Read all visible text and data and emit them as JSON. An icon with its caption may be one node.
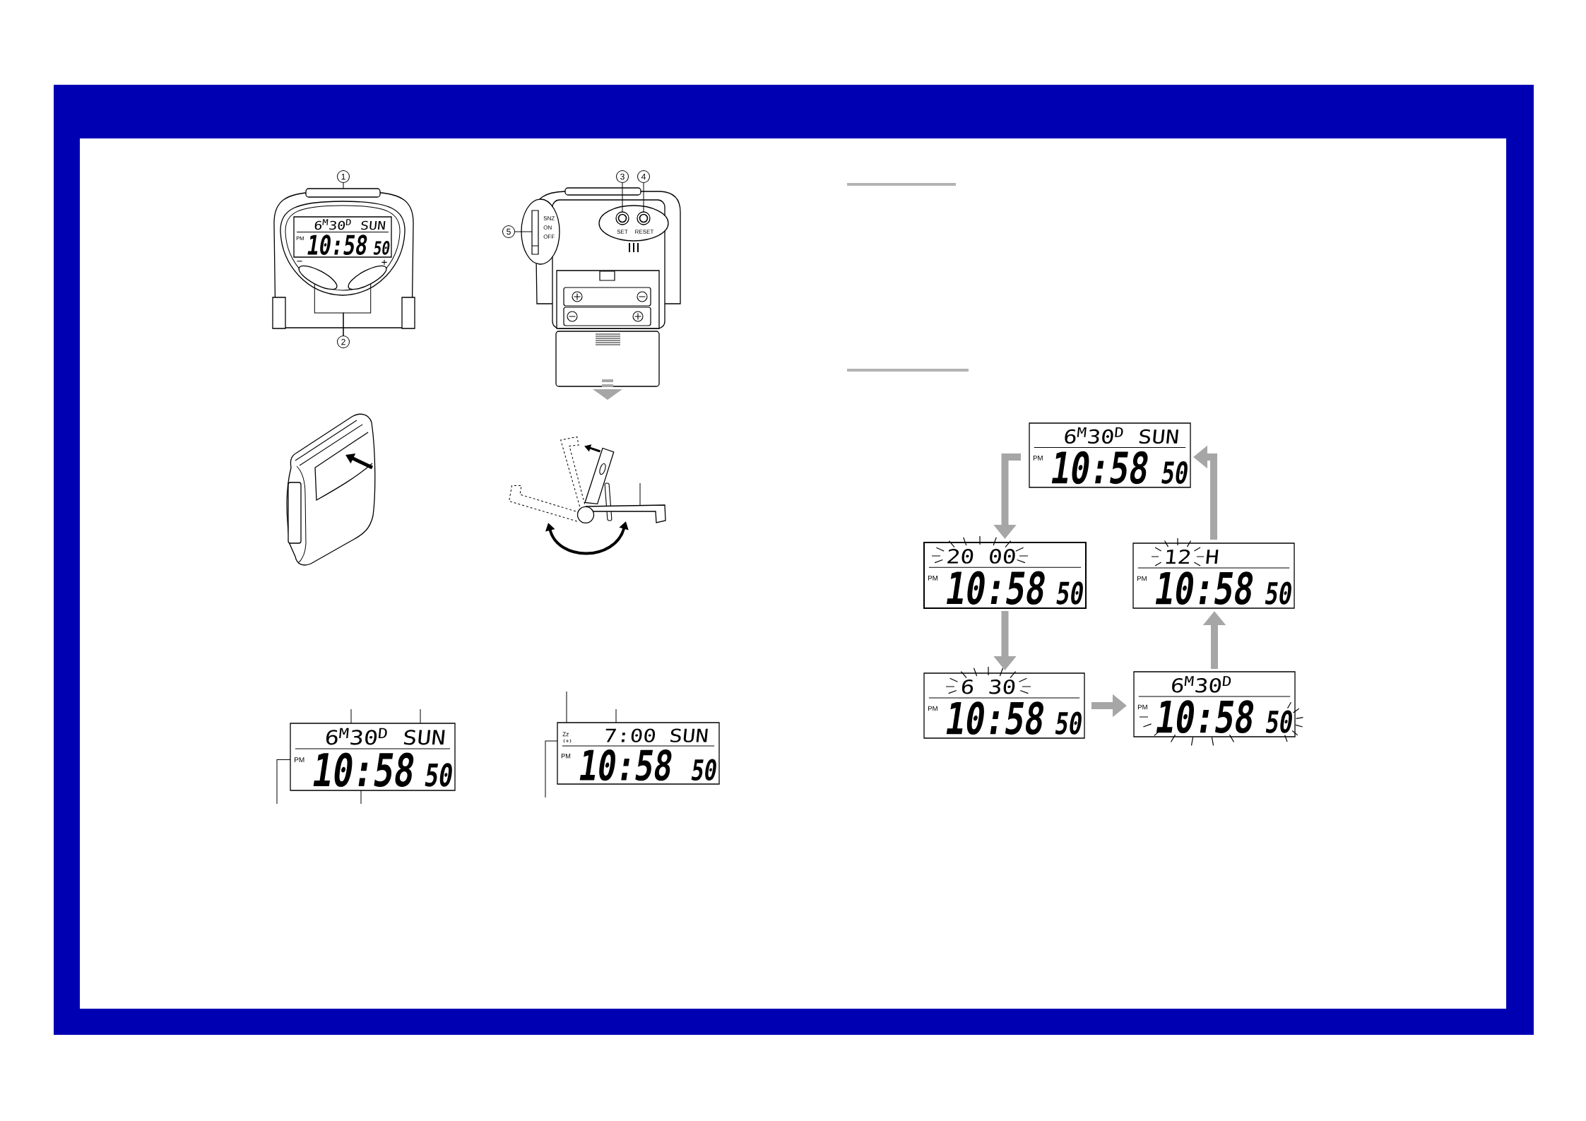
{
  "diagram": {
    "nodes": [
      {
        "text": [
          "1"
        ]
      },
      {
        "text": [],
        "shape": "picture"
      },
      {
        "text": [
          "6$^{M}$30$^{D}$ SUN",
          "PM",
          "10:58",
          "50"
        ],
        "in": 1
      },
      {
        "text": [],
        "shape": "ellipse",
        "in": 1,
        "beside": [
          "−"
        ]
      },
      {
        "text": [],
        "shape": "ellipse",
        "in": 1,
        "beside": [
          "+"
        ]
      },
      {
        "text": [
          "2"
        ]
      },
      {
        "text": [
          "3"
        ]
      },
      {
        "text": [
          "4"
        ]
      },
      {
        "text": [
          "5"
        ]
      },
      {
        "text": [
          "SNZ",
          "ON",
          "OFF"
        ]
      },
      {
        "text": [
          "SET",
          "RESET"
        ]
      },
      {
        "text": [],
        "shape": "circle",
        "in": 10
      },
      {
        "text": [],
        "shape": "circle",
        "in": 10
      },
      {
        "text": [
          "6$^{M}$30$^{D}$ SUN",
          "PM",
          "10:58",
          "50"
        ]
      },
      {
        "text": [
          "Zz",
          "7:00 SUN",
          "PM",
          "10:58",
          "50"
        ]
      },
      {
        "text": [
          "6$^{M}$30$^{D}$ SUN",
          "PM",
          "10:58",
          "50"
        ]
      },
      {
        "text": [
          "20 00",
          "PM",
          "10:58",
          "50"
        ]
      },
      {
        "text": [
          "12 H",
          "PM",
          "10:58",
          "50"
        ]
      },
      {
        "text": [
          "6 30",
          "PM",
          "10:58",
          "50"
        ]
      },
      {
        "text": [
          "6$^{M}$30$^{D}$",
          "PM",
          "10:58",
          "50"
        ]
      }
    ],
    "edges": [
      {
        "from": 0,
        "to": 1,
        "arrow": "none"
      },
      {
        "from": 5,
        "to": 3,
        "arrow": "none"
      },
      {
        "from": 5,
        "to": 4,
        "arrow": "none"
      },
      {
        "from": 6,
        "to": 11,
        "arrow": "none"
      },
      {
        "from": 7,
        "to": 12,
        "arrow": "none"
      },
      {
        "from": 8,
        "to": 9,
        "arrow": "none"
      },
      {
        "from": null,
        "to": 13,
        "arrow": "none"
      },
      {
        "from": null,
        "to": 13,
        "arrow": "none"
      },
      {
        "from": null,
        "to": 13,
        "arrow": "none"
      },
      {
        "from": null,
        "to": 13,
        "arrow": "none"
      },
      {
        "from": null,
        "to": 14,
        "arrow": "none"
      },
      {
        "from": null,
        "to": 14,
        "arrow": "none"
      },
      {
        "from": null,
        "to": 14,
        "arrow": "none"
      },
      {
        "from": 15,
        "to": 16,
        "arrow": "to",
        "style": "thick",
        "color": "#a6a6a6"
      },
      {
        "from": 16,
        "to": 18,
        "arrow": "to",
        "style": "thick",
        "color": "#a6a6a6"
      },
      {
        "from": 18,
        "to": 19,
        "arrow": "to",
        "style": "thick",
        "color": "#a6a6a6"
      },
      {
        "from": 19,
        "to": 17,
        "arrow": "to",
        "style": "thick",
        "color": "#a6a6a6"
      },
      {
        "from": 17,
        "to": 15,
        "arrow": "to",
        "style": "thick",
        "color": "#a6a6a6"
      }
    ]
  }
}
